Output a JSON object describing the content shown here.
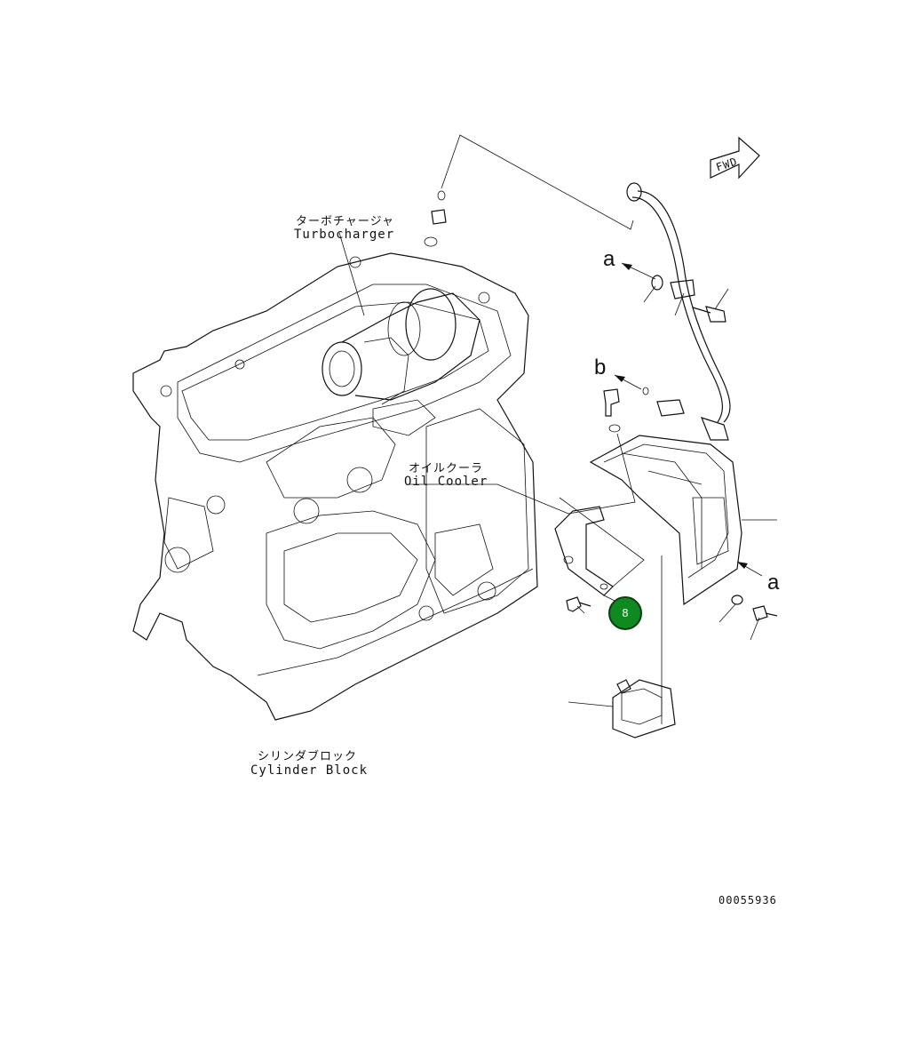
{
  "labels": {
    "turbocharger_jp": "ターボチャージャ",
    "turbocharger_en": "Turbocharger",
    "oil_cooler_jp": "オイルクーラ",
    "oil_cooler_en": "Oil Cooler",
    "cylinder_block_jp": "シリンダブロック",
    "cylinder_block_en": "Cylinder Block",
    "fwd": "FWD",
    "ref_a": "a",
    "ref_b": "b",
    "drawing_number": "00055936"
  },
  "callout": {
    "number": "8",
    "color": "#0f8a20"
  }
}
